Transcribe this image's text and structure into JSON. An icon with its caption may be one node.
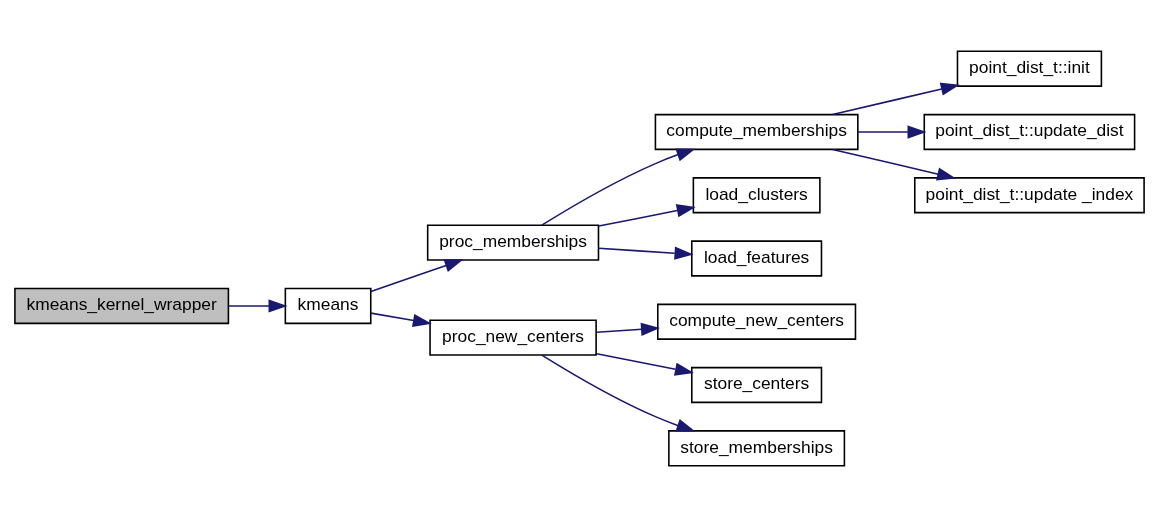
{
  "diagram": {
    "nodes": [
      {
        "text": [
          "kmeans_kernel_wrapper"
        ]
      },
      {
        "text": [
          "kmeans"
        ]
      },
      {
        "text": [
          "proc_memberships"
        ]
      },
      {
        "text": [
          "proc_new_centers"
        ]
      },
      {
        "text": [
          "compute_memberships"
        ]
      },
      {
        "text": [
          "load_clusters"
        ]
      },
      {
        "text": [
          "load_features"
        ]
      },
      {
        "text": [
          "point_dist_t::init"
        ]
      },
      {
        "text": [
          "point_dist_t::update_dist"
        ]
      },
      {
        "text": [
          "point_dist_t::update _index"
        ]
      },
      {
        "text": [
          "compute_new_centers"
        ]
      },
      {
        "text": [
          "store_centers"
        ]
      },
      {
        "text": [
          "store_memberships"
        ]
      }
    ],
    "edges": [
      {
        "from": 0,
        "to": 1,
        "arrow": "to"
      },
      {
        "from": 1,
        "to": 2,
        "arrow": "to"
      },
      {
        "from": 1,
        "to": 3,
        "arrow": "to"
      },
      {
        "from": 2,
        "to": 4,
        "arrow": "to"
      },
      {
        "from": 2,
        "to": 5,
        "arrow": "to"
      },
      {
        "from": 2,
        "to": 6,
        "arrow": "to"
      },
      {
        "from": 4,
        "to": 7,
        "arrow": "to"
      },
      {
        "from": 4,
        "to": 8,
        "arrow": "to"
      },
      {
        "from": 4,
        "to": 9,
        "arrow": "to"
      },
      {
        "from": 3,
        "to": 10,
        "arrow": "to"
      },
      {
        "from": 3,
        "to": 11,
        "arrow": "to"
      },
      {
        "from": 3,
        "to": 12,
        "arrow": "to"
      }
    ]
  }
}
